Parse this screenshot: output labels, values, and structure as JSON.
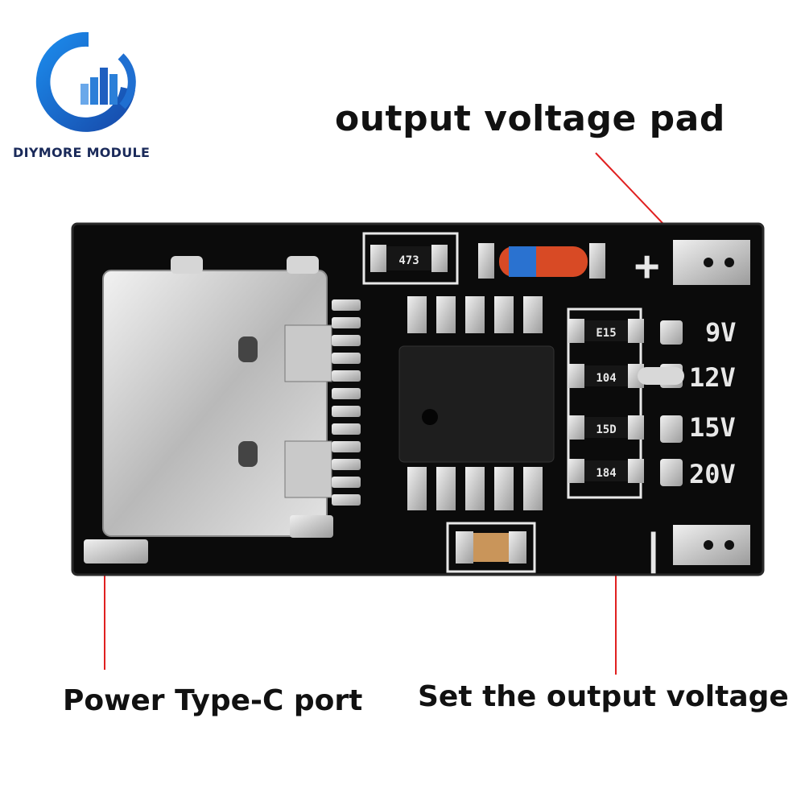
{
  "brand": {
    "name": "DIYMORE MODULE",
    "logo_icon": "diymore-logo-icon"
  },
  "labels": {
    "output_pad": "output voltage pad",
    "type_c": "Power Type-C port",
    "set_voltage": "Set the output voltage"
  },
  "board": {
    "silk_plus": "+",
    "silk_minus": "|",
    "voltages": [
      "9V",
      "12V",
      "15V",
      "20V"
    ],
    "resistor_codes": [
      "473",
      "E15",
      "104",
      "15D",
      "184"
    ]
  },
  "colors": {
    "pcb": "#0b0b0b",
    "arrow": "#e02020",
    "brand": "#1f6fd1"
  }
}
